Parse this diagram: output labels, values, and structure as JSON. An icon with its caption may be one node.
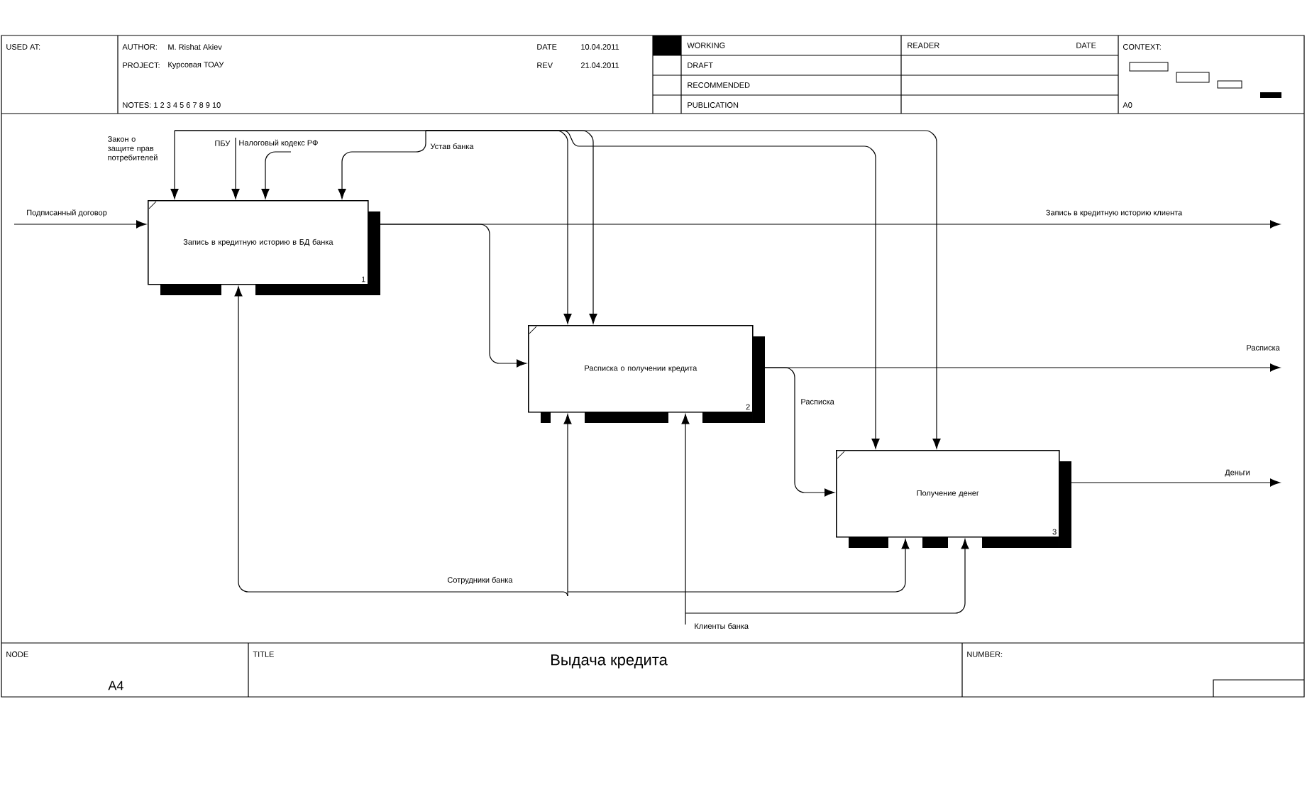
{
  "diagram": {
    "title": "Выдача кредита",
    "nodes": [
      {
        "text": [
          "Запись в кредитную историю в БД банка",
          "1"
        ]
      },
      {
        "text": [
          "Расписка о получении кредита",
          "2"
        ]
      },
      {
        "text": [
          "Получение денег",
          "3"
        ]
      }
    ],
    "edges": [
      {
        "from": null,
        "to": 0,
        "arrow": "to",
        "label": "Подписанный договор"
      },
      {
        "from": null,
        "to": 0,
        "arrow": "to",
        "label": "Закон о защите прав потребителей"
      },
      {
        "from": null,
        "to": 1,
        "arrow": "to"
      },
      {
        "from": null,
        "to": 2,
        "arrow": "to"
      },
      {
        "from": null,
        "to": 0,
        "arrow": "to",
        "label": "ПБУ"
      },
      {
        "from": null,
        "to": 0,
        "arrow": "to",
        "label": "Налоговый кодекс РФ"
      },
      {
        "from": null,
        "to": 0,
        "arrow": "to",
        "label": "Устав банка"
      },
      {
        "from": null,
        "to": 1,
        "arrow": "to"
      },
      {
        "from": null,
        "to": 2,
        "arrow": "to"
      },
      {
        "from": 0,
        "to": null,
        "arrow": "to",
        "label": "Запись в кредитную историю клиента"
      },
      {
        "from": 0,
        "to": 1,
        "arrow": "to"
      },
      {
        "from": 1,
        "to": null,
        "arrow": "to",
        "label": "Расписка"
      },
      {
        "from": 1,
        "to": 2,
        "arrow": "to",
        "label": "Расписка"
      },
      {
        "from": 2,
        "to": null,
        "arrow": "to",
        "label": "Деньги"
      },
      {
        "from": null,
        "to": 0,
        "arrow": "to",
        "label": "Сотрудники банка"
      },
      {
        "from": null,
        "to": 1,
        "arrow": "to"
      },
      {
        "from": null,
        "to": 2,
        "arrow": "to"
      },
      {
        "from": null,
        "to": 1,
        "arrow": "to",
        "label": "Клиенты банка"
      },
      {
        "from": null,
        "to": 2,
        "arrow": "to"
      }
    ],
    "labels": [
      "USED AT:",
      "AUTHOR:",
      "M. Rishat Akiev",
      "DATE",
      "10.04.2011",
      "PROJECT:",
      "Курсовая ТОАУ",
      "REV",
      "21.04.2011",
      "NOTES:  1 2 3 4 5 6 7 8 9 10",
      "WORKING",
      "READER",
      "DATE",
      "CONTEXT:",
      "DRAFT",
      "RECOMMENDED",
      "PUBLICATION",
      "A0",
      "NODE",
      "A4",
      "TITLE",
      "NUMBER:"
    ]
  }
}
